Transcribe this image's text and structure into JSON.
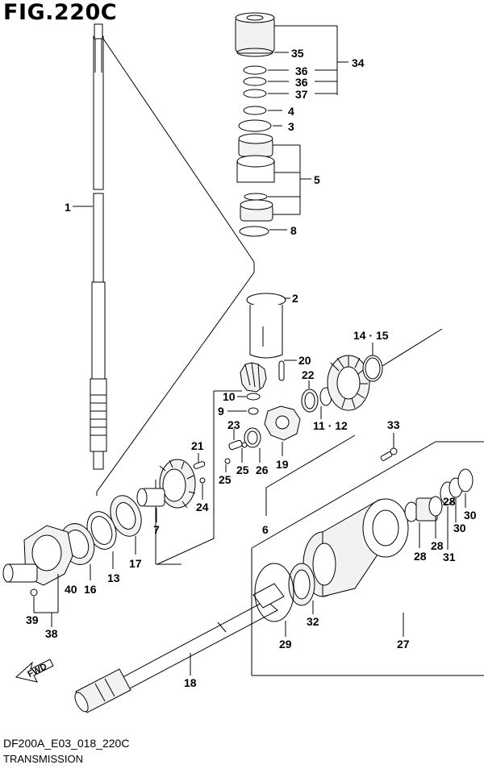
{
  "figure": {
    "title": "FIG.220C",
    "code": "DF200A_E03_018_220C",
    "name": "TRANSMISSION",
    "fwd": "FWD"
  },
  "callouts": {
    "c1": "1",
    "c2": "2",
    "c3": "3",
    "c4": "4",
    "c5": "5",
    "c6": "6",
    "c7": "7",
    "c8": "8",
    "c9": "9",
    "c10": "10",
    "c11_12": "11 · 12",
    "c13": "13",
    "c14_15": "14 · 15",
    "c16": "16",
    "c17": "17",
    "c18": "18",
    "c19": "19",
    "c20": "20",
    "c21": "21",
    "c22": "22",
    "c23": "23",
    "c24": "24",
    "c25a": "25",
    "c25b": "25",
    "c26": "26",
    "c27": "27",
    "c28a": "28",
    "c28b": "28",
    "c28c": "28",
    "c29": "29",
    "c30a": "30",
    "c30b": "30",
    "c31": "31",
    "c32": "32",
    "c33": "33",
    "c34": "34",
    "c35": "35",
    "c36a": "36",
    "c36b": "36",
    "c37": "37",
    "c38": "38",
    "c39": "39",
    "c40": "40"
  }
}
